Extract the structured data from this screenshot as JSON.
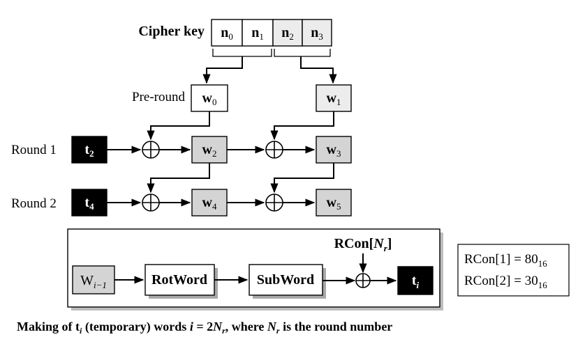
{
  "cipher_key": {
    "label": "Cipher key",
    "cells": [
      {
        "base": "n",
        "sub": "0"
      },
      {
        "base": "n",
        "sub": "1"
      },
      {
        "base": "n",
        "sub": "2"
      },
      {
        "base": "n",
        "sub": "3"
      }
    ]
  },
  "rows": {
    "preround_label": "Pre-round",
    "round1_label": "Round 1",
    "round2_label": "Round 2"
  },
  "words": {
    "w0": {
      "base": "w",
      "sub": "0"
    },
    "w1": {
      "base": "w",
      "sub": "1"
    },
    "w2": {
      "base": "w",
      "sub": "2"
    },
    "w3": {
      "base": "w",
      "sub": "3"
    },
    "w4": {
      "base": "w",
      "sub": "4"
    },
    "w5": {
      "base": "w",
      "sub": "5"
    }
  },
  "temps": {
    "t2": {
      "base": "t",
      "sub": "2"
    },
    "t4": {
      "base": "t",
      "sub": "4"
    }
  },
  "inset": {
    "input": {
      "base": "W",
      "sub": "i−1"
    },
    "rotword": "RotWord",
    "subword": "SubWord",
    "rcon_base": "RCon[",
    "rcon_var": "N",
    "rcon_sub": "r",
    "rcon_close": "]",
    "output": {
      "base": "t",
      "sub": "i"
    }
  },
  "rcon_table": [
    {
      "left": "RCon[1] = 80",
      "sub": "16"
    },
    {
      "left": "RCon[2] = 30",
      "sub": "16"
    }
  ],
  "caption": {
    "p1": "Making of t",
    "p1_sub": "i",
    "p2": " (temporary) words ",
    "p3": "i",
    "p4": " = 2",
    "p5": "N",
    "p5_sub": "r",
    "p6": ", where ",
    "p7": "N",
    "p7_sub": "r",
    "p8": " is the round number"
  },
  "colors": {
    "gray_fill": "#d4d4d4",
    "light_fill": "#ececec",
    "black_fill": "#000000",
    "white_fill": "#ffffff"
  }
}
